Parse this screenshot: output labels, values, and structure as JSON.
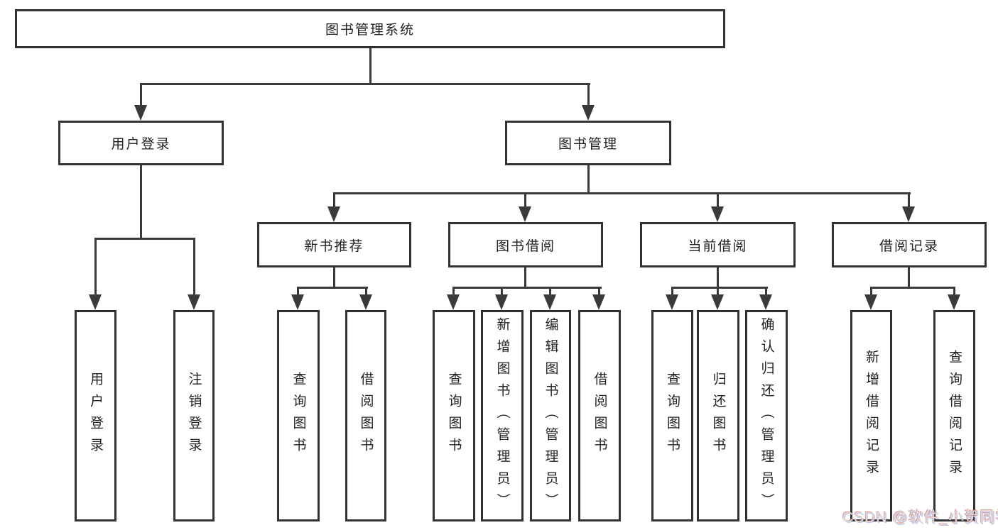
{
  "diagram": {
    "root": {
      "label": "图书管理系统"
    },
    "level2": [
      {
        "label": "用户登录"
      },
      {
        "label": "图书管理"
      }
    ],
    "level3": [
      {
        "label": "新书推荐"
      },
      {
        "label": "图书借阅"
      },
      {
        "label": "当前借阅"
      },
      {
        "label": "借阅记录"
      }
    ],
    "leaves": [
      {
        "label": "用户登录"
      },
      {
        "label": "注销登录"
      },
      {
        "label": "查询图书"
      },
      {
        "label": "借阅图书"
      },
      {
        "label": "查询图书"
      },
      {
        "label": "新增图书（管理员）"
      },
      {
        "label": "编辑图书（管理员）"
      },
      {
        "label": "借阅图书"
      },
      {
        "label": "查询图书"
      },
      {
        "label": "归还图书"
      },
      {
        "label": "确认归还（管理员）"
      },
      {
        "label": "新增借阅记录"
      },
      {
        "label": "查询借阅记录"
      }
    ],
    "colors": {
      "line": "#3a3a3a",
      "box_border": "#333333",
      "text": "#222222",
      "background": "#ffffff"
    }
  },
  "watermark": {
    "text": "CSDN @软件_小贺同学",
    "color": "#dcdcdc"
  }
}
